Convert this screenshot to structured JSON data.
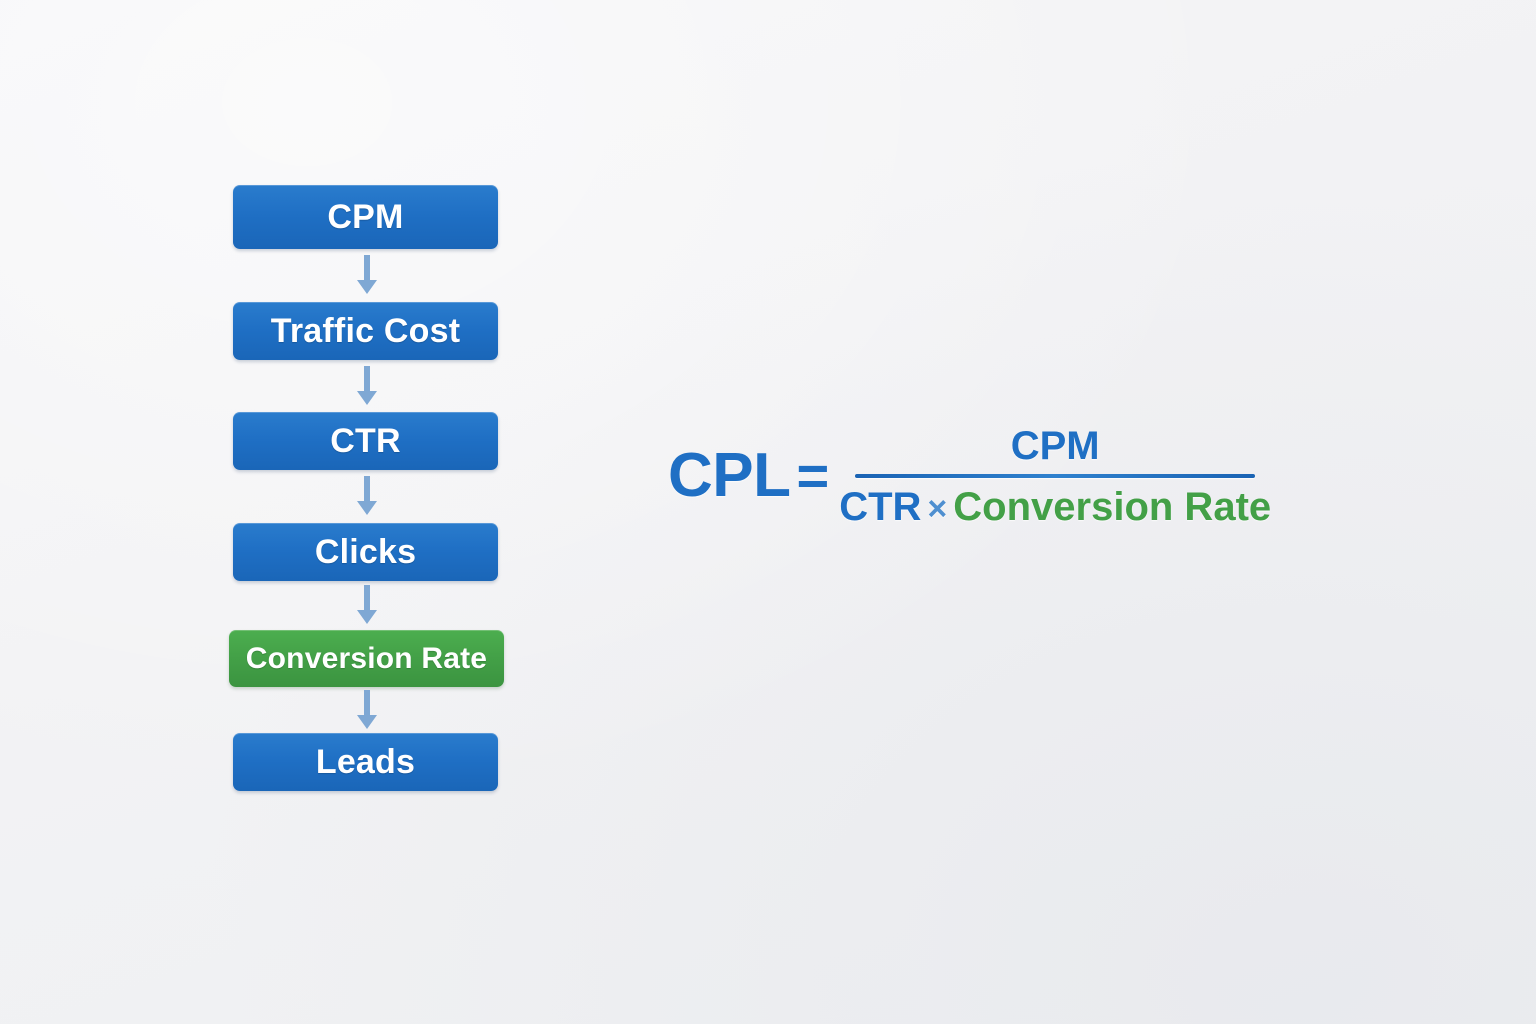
{
  "background_color": "#f3f3f5",
  "colors": {
    "blue": "#1f6fc4",
    "green": "#43a047",
    "arrow": "#7fa8d4",
    "text_on_box": "#ffffff"
  },
  "flowchart": {
    "name": "cpl-funnel-flow",
    "nodes": [
      {
        "label": "CPM",
        "color": "blue",
        "icon": "rounded-rect"
      },
      {
        "label": "Traffic Cost",
        "color": "blue",
        "icon": "rounded-rect"
      },
      {
        "label": "CTR",
        "color": "blue",
        "icon": "rounded-rect"
      },
      {
        "label": "Clicks",
        "color": "blue",
        "icon": "rounded-rect"
      },
      {
        "label": "Conversion Rate",
        "color": "green",
        "icon": "rounded-rect"
      },
      {
        "label": "Leads",
        "color": "blue",
        "icon": "rounded-rect"
      }
    ],
    "connectors": [
      {
        "icon": "arrow-down-icon",
        "from": "CPM",
        "to": "Traffic Cost"
      },
      {
        "icon": "arrow-down-icon",
        "from": "Traffic Cost",
        "to": "CTR"
      },
      {
        "icon": "arrow-down-icon",
        "from": "CTR",
        "to": "Clicks"
      },
      {
        "icon": "arrow-down-icon",
        "from": "Clicks",
        "to": "Conversion Rate"
      },
      {
        "icon": "arrow-down-icon",
        "from": "Conversion Rate",
        "to": "Leads"
      }
    ]
  },
  "formula": {
    "name": "cpl-formula",
    "left_term": "CPL",
    "equals": "=",
    "numerator": "CPM",
    "denominator": {
      "first": "CTR",
      "operator": "×",
      "second": "Conversion Rate"
    }
  }
}
